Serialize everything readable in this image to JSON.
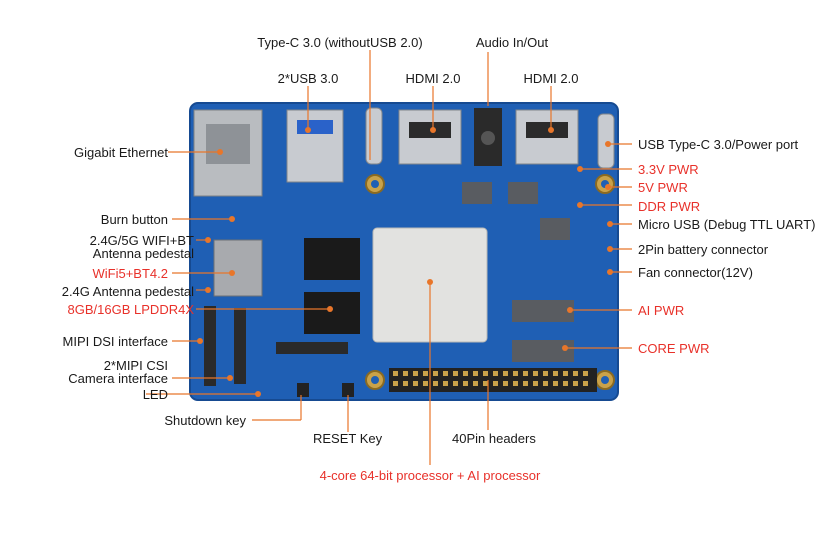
{
  "colors": {
    "board": "#1f5fb4",
    "board_dark": "#164a91",
    "leader": "#e8762a",
    "dot": "#e8762a",
    "label_black": "#1a1a1a",
    "label_red": "#e8312a"
  },
  "labels": {
    "typec_30": "Type-C 3.0 (withoutUSB 2.0)",
    "audio": "Audio In/Out",
    "usb30": "2*USB 3.0",
    "hdmi_a": "HDMI 2.0",
    "hdmi_b": "HDMI 2.0",
    "ethernet": "Gigabit Ethernet",
    "burn": "Burn button",
    "wifi_ant_1": "2.4G/5G WIFI+BT",
    "wifi_ant_2": "Antenna pedestal",
    "wifi_chip": "WiFi5+BT4.2",
    "ant24": "2.4G Antenna pedestal",
    "lpddr": "8GB/16GB LPDDR4X",
    "mipi_dsi": "MIPI DSI interface",
    "mipi_csi_1": "2*MIPI CSI",
    "mipi_csi_2": "Camera interface",
    "led": "LED",
    "shutdown": "Shutdown key",
    "reset": "RESET Key",
    "gpio": "40Pin headers",
    "processor": "4-core 64-bit processor + AI processor",
    "power_port": "USB Type-C 3.0/Power port",
    "pwr33": "3.3V PWR",
    "pwr5": "5V PWR",
    "ddr_pwr": "DDR PWR",
    "micro_usb": "Micro USB (Debug TTL UART)",
    "battery": "2Pin battery connector",
    "fan": "Fan connector(12V)",
    "ai_pwr": "AI PWR",
    "core_pwr": "CORE PWR"
  }
}
